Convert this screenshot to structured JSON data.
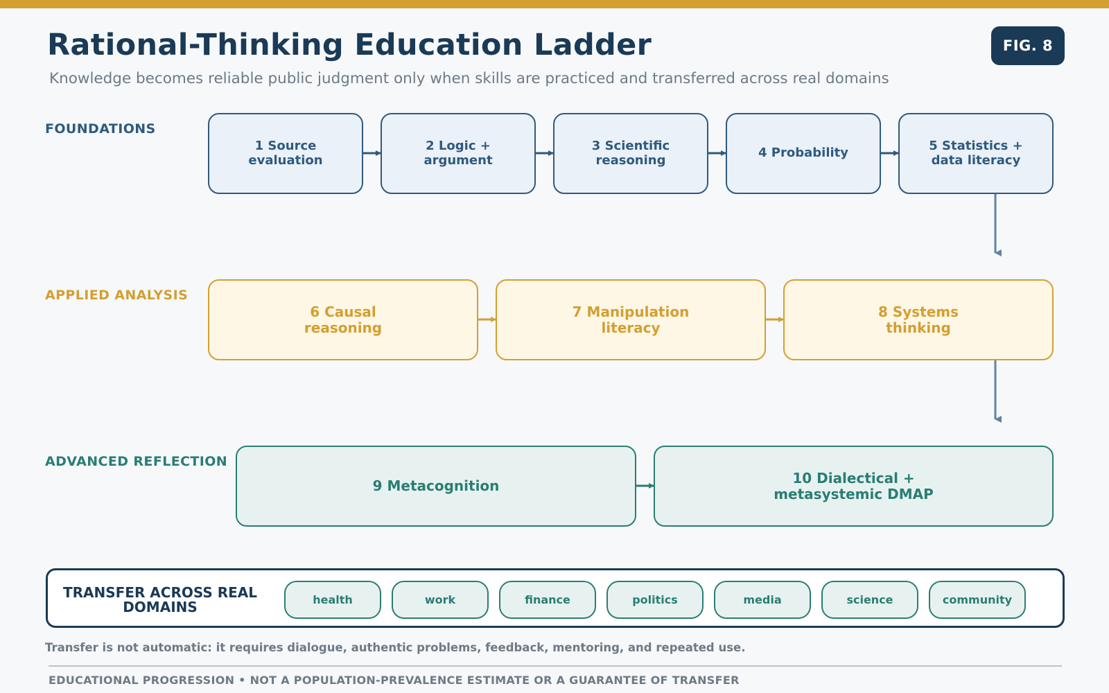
{
  "header": {
    "title": "Rational-Thinking Education Ladder",
    "subtitle": "Knowledge becomes reliable public judgment only when skills are practiced and transferred across real domains",
    "figure_label": "FIG. 8"
  },
  "colors": {
    "accent_gold": "#d49f31",
    "navy": "#1a3a56",
    "foundations_blue": "#2f5a7e",
    "advanced_teal": "#2a7d74"
  },
  "tiers": {
    "foundations": {
      "label": "FOUNDATIONS",
      "steps": [
        "1  Source\nevaluation",
        "2  Logic +\nargument",
        "3  Scientific\nreasoning",
        "4  Probability",
        "5  Statistics +\ndata literacy"
      ]
    },
    "applied": {
      "label": "APPLIED ANALYSIS",
      "steps": [
        "6  Causal\nreasoning",
        "7  Manipulation\nliteracy",
        "8  Systems\nthinking"
      ]
    },
    "advanced": {
      "label": "ADVANCED REFLECTION",
      "steps": [
        "9  Metacognition",
        "10  Dialectical +\nmetasystemic DMAP"
      ]
    }
  },
  "transfer": {
    "label": "TRANSFER ACROSS REAL\nDOMAINS",
    "domains": [
      "health",
      "work",
      "finance",
      "politics",
      "media",
      "science",
      "community"
    ]
  },
  "note": "Transfer is not automatic: it requires dialogue, authentic problems, feedback, mentoring, and repeated use.",
  "footer": "EDUCATIONAL PROGRESSION • NOT A POPULATION-PREVALENCE ESTIMATE OR A GUARANTEE OF TRANSFER"
}
